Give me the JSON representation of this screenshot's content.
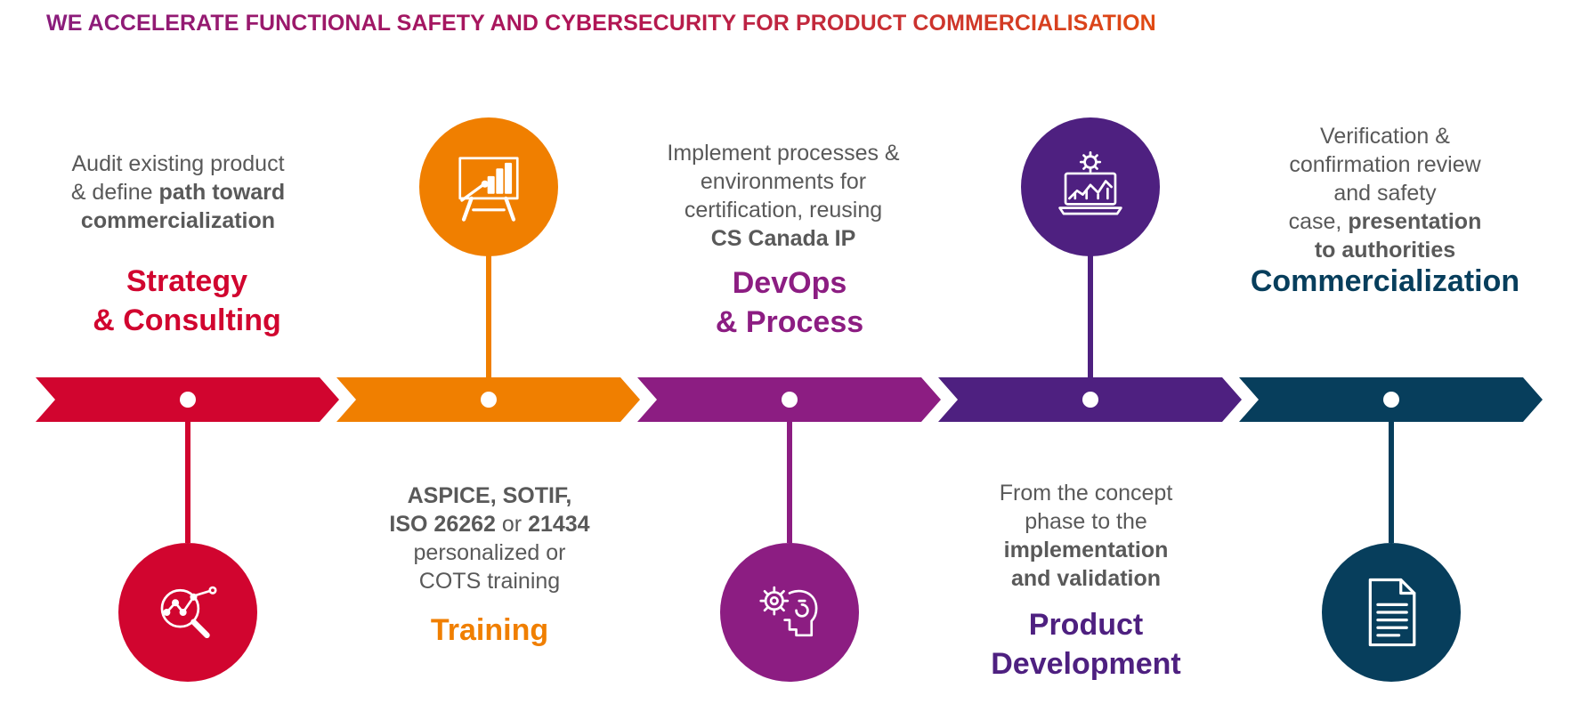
{
  "headline": "WE ACCELERATE FUNCTIONAL SAFETY AND CYBERSECURITY FOR PRODUCT COMMERCIALISATION",
  "colors": {
    "strategy": "#d1052f",
    "training": "#f07f00",
    "devops": "#8c1d82",
    "product": "#4e2080",
    "commercialization": "#073e5c",
    "text_gray": "#595959"
  },
  "stages": [
    {
      "title_line1": "Strategy",
      "title_line2": "& Consulting",
      "desc": [
        [
          "Audit existing product"
        ],
        [
          "& define ",
          "path toward"
        ],
        [
          "",
          "commercialization"
        ]
      ],
      "icon": "analytics-magnifier-icon"
    },
    {
      "title_line1": "Training",
      "desc": [
        [
          "",
          "ASPICE, SOTIF,"
        ],
        [
          "",
          "ISO 26262",
          " or ",
          "21434"
        ],
        [
          "personalized or"
        ],
        [
          "COTS training"
        ]
      ],
      "icon": "presentation-board-icon"
    },
    {
      "title_line1": "DevOps",
      "title_line2": "& Process",
      "desc": [
        [
          "Implement processes &"
        ],
        [
          "environments for"
        ],
        [
          "certification, reusing"
        ],
        [
          "",
          "CS Canada IP"
        ]
      ],
      "icon": "head-gear-icon"
    },
    {
      "title_line1": "Product",
      "title_line2": "Development",
      "desc": [
        [
          "From the concept"
        ],
        [
          "phase to the"
        ],
        [
          "",
          "implementation"
        ],
        [
          "",
          "and validation"
        ]
      ],
      "icon": "laptop-gear-chart-icon"
    },
    {
      "title_line1": "Commercialization",
      "desc": [
        [
          "Verification &"
        ],
        [
          "confirmation review"
        ],
        [
          "and safety"
        ],
        [
          "case, ",
          "presentation"
        ],
        [
          "",
          "to authorities"
        ]
      ],
      "icon": "document-icon"
    }
  ]
}
